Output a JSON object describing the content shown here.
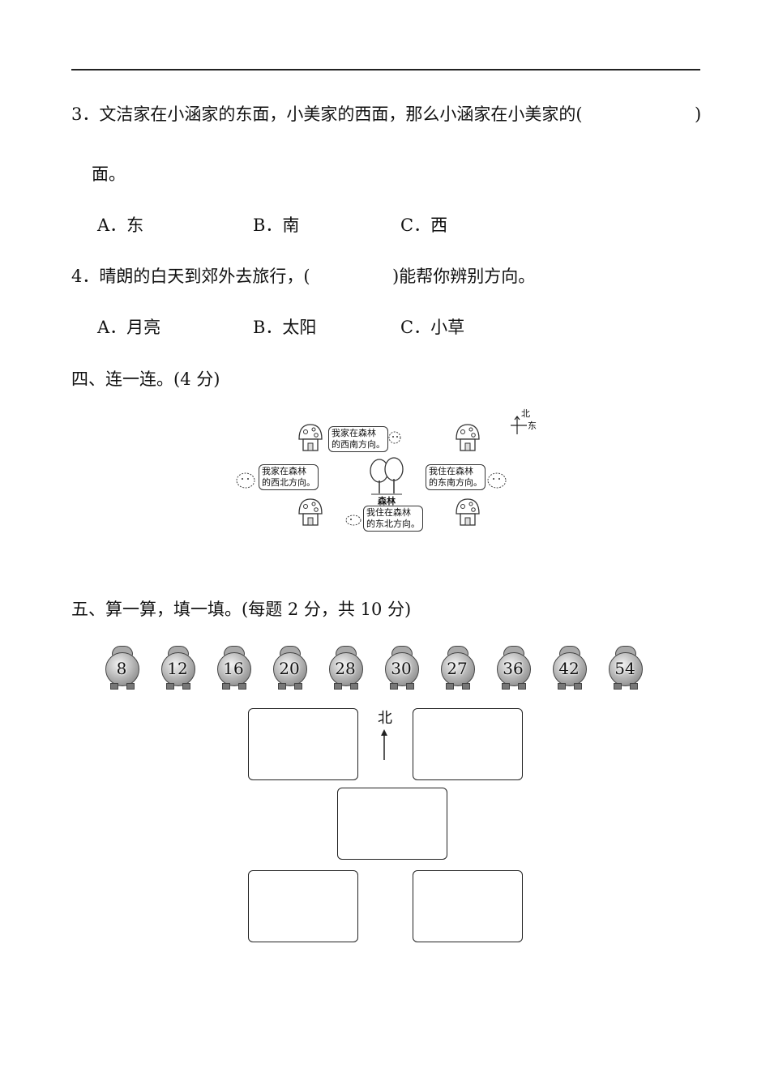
{
  "q3": {
    "line1": "3．文洁家在小涵家的东面，小美家的西面，那么小涵家在小美家的(",
    "close": ")",
    "line2": "面。",
    "options": [
      "A．东",
      "B．南",
      "C．西"
    ]
  },
  "q4": {
    "before": "4．晴朗的白天到郊外去旅行，(",
    "after": ")能帮你辨别方向。",
    "options": [
      "A．月亮",
      "B．太阳",
      "C．小草"
    ]
  },
  "section4": {
    "title": "四、连一连。(4 分)",
    "compass_north": "北",
    "compass_east": "东",
    "forest_label": "森林",
    "bubbles": [
      {
        "line1": "我家在森林",
        "line2": "的西南方向。"
      },
      {
        "line1": "我家在森林",
        "line2": "的西北方向。"
      },
      {
        "line1": "我住在森林",
        "line2": "的东南方向。"
      },
      {
        "line1": "我住在森林",
        "line2": "的东北方向。"
      }
    ]
  },
  "section5": {
    "title": "五、算一算，填一填。(每题 2 分，共 10 分)",
    "clocks": [
      "8",
      "12",
      "16",
      "20",
      "28",
      "30",
      "27",
      "36",
      "42",
      "54"
    ],
    "north_label": "北"
  }
}
